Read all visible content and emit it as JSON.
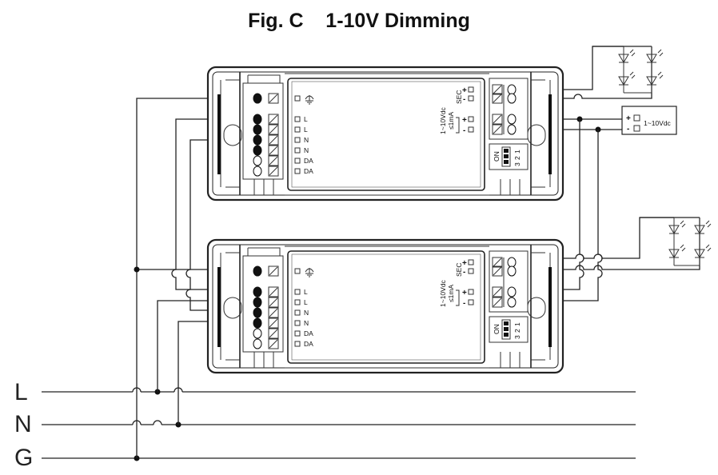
{
  "title": "Fig. C    1-10V Dimming",
  "mains": [
    {
      "name": "L"
    },
    {
      "name": "N"
    },
    {
      "name": "G"
    }
  ],
  "drivers": [
    {
      "id": "upper",
      "input_terminals": [
        "L",
        "L",
        "N",
        "N",
        "DA",
        "DA"
      ],
      "ground_symbol": "ground-icon",
      "sec_label": "SEC",
      "dim_label": "1~10Vdc",
      "dim_current": "≤1mA",
      "plus": "+",
      "minus": "-",
      "dip_labels": [
        "1",
        "2",
        "3"
      ],
      "dip_on": "ON"
    },
    {
      "id": "lower",
      "input_terminals": [
        "L",
        "L",
        "N",
        "N",
        "DA",
        "DA"
      ],
      "ground_symbol": "ground-icon",
      "sec_label": "SEC",
      "dim_label": "1~10Vdc",
      "dim_current": "≤1mA",
      "plus": "+",
      "minus": "-",
      "dip_labels": [
        "1",
        "2",
        "3"
      ],
      "dip_on": "ON"
    }
  ],
  "dimmer": {
    "label": "1~10Vdc",
    "plus": "+",
    "minus": "-"
  },
  "led_arrays": [
    {
      "id": "upper-leds",
      "icon": "led-icon"
    },
    {
      "id": "lower-leds",
      "icon": "led-icon"
    }
  ]
}
